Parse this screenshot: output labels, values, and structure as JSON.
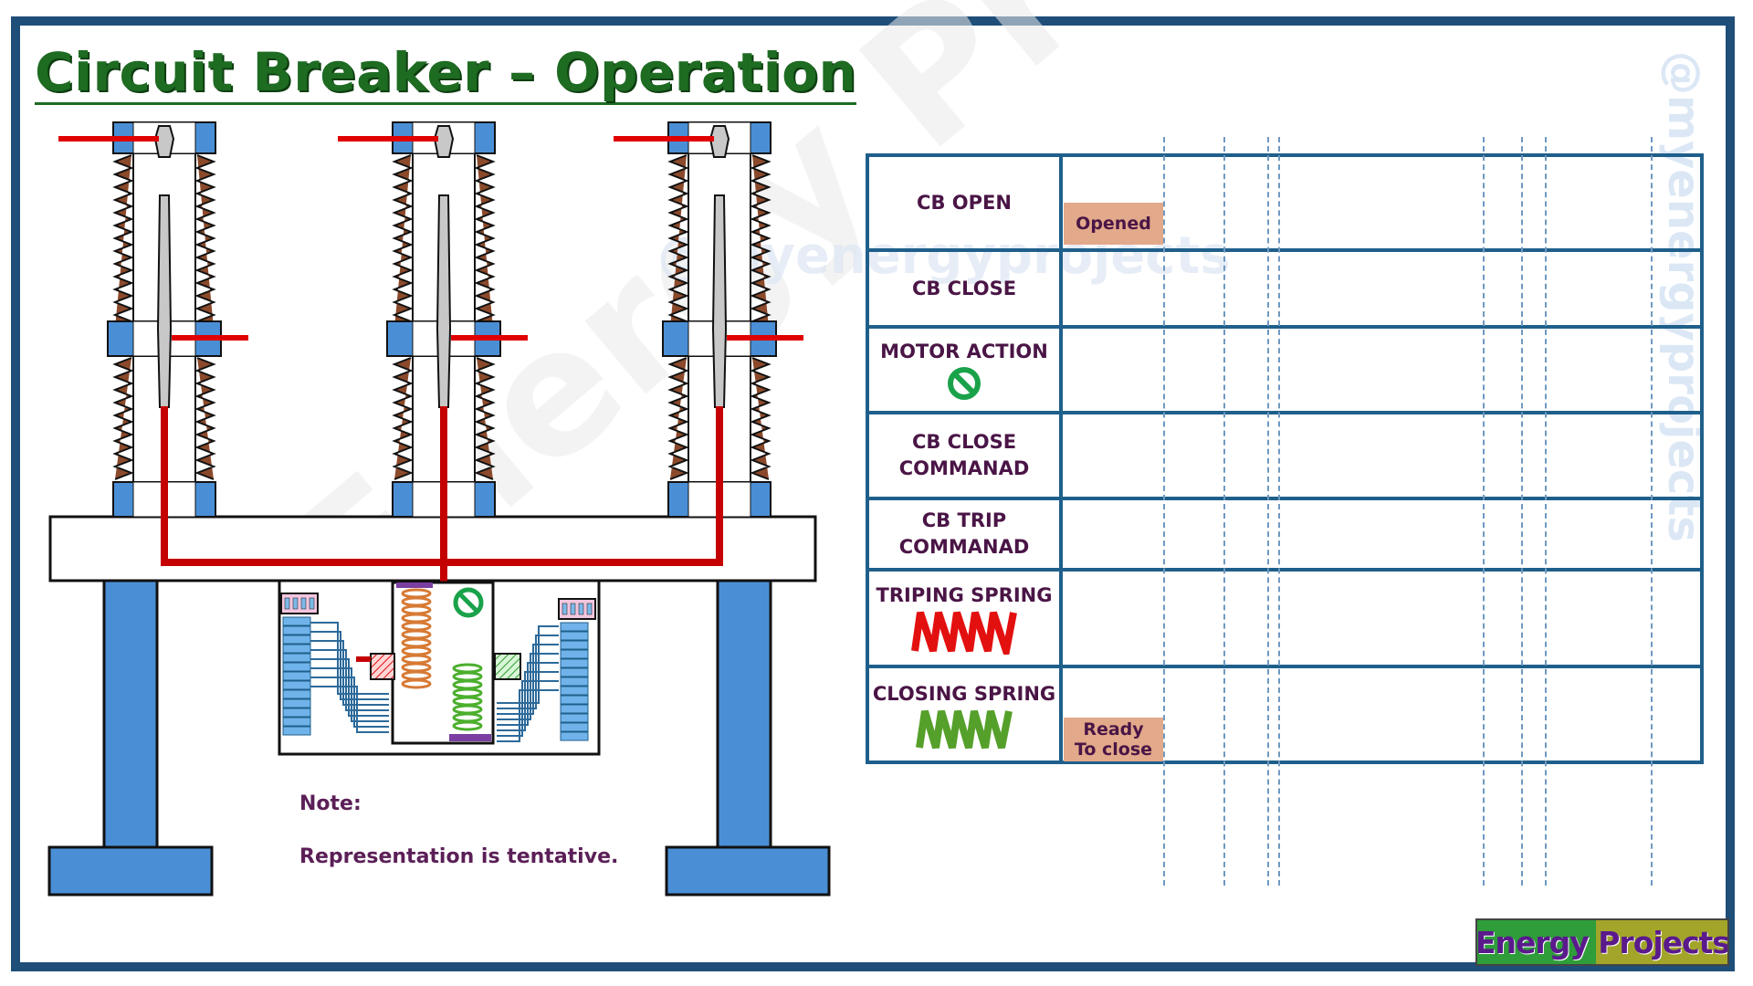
{
  "title": "Circuit Breaker – Operation",
  "watermarks": {
    "handle_horizontal": "@myenergyprojects",
    "handle_vertical": "@myenergyprojects",
    "brand_diagonal": "Energy Projects"
  },
  "note": {
    "label": "Note:",
    "text": "Representation is tentative."
  },
  "table": {
    "rows": [
      {
        "label": "CB OPEN",
        "icon": null
      },
      {
        "label": "CB CLOSE",
        "icon": null
      },
      {
        "label": "MOTOR ACTION",
        "icon": "prohibited-icon"
      },
      {
        "label": "CB CLOSE\nCOMMANAD",
        "icon": null
      },
      {
        "label": "CB TRIP\nCOMMANAD",
        "icon": null
      },
      {
        "label": "TRIPING SPRING",
        "icon": "red-spring-icon"
      },
      {
        "label": "CLOSING SPRING",
        "icon": "green-spring-icon"
      }
    ],
    "status_opened": "Opened",
    "status_ready": "Ready\nTo close"
  },
  "logo": {
    "text": "Energy Projects"
  },
  "colors": {
    "frame": "#1f4e79",
    "title": "#1e6b22",
    "insulator_blue": "#4a8fd6",
    "conductor_red": "#c40000",
    "label_text": "#4a1546",
    "status_fill": "#e2a98a",
    "trip_spring": "#e31010",
    "close_spring": "#55a02a"
  }
}
